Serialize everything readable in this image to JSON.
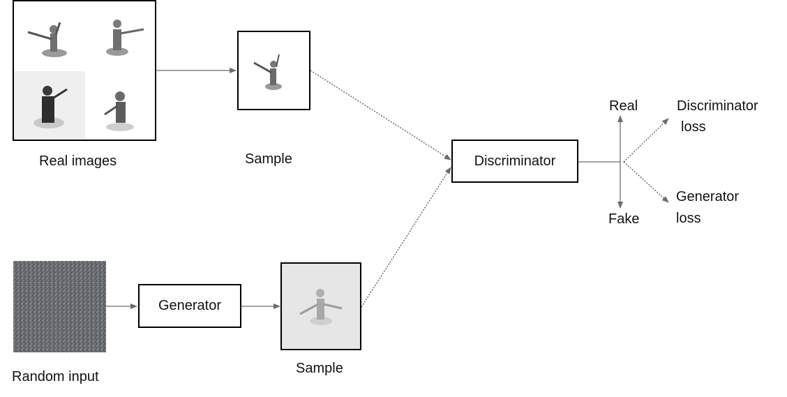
{
  "labels": {
    "real_images": "Real images",
    "sample_top": "Sample",
    "sample_bottom": "Sample",
    "random_input": "Random input",
    "real": "Real",
    "fake": "Fake",
    "discriminator_loss_line1": "Discriminator",
    "discriminator_loss_line2": "loss",
    "generator_loss_line1": "Generator",
    "generator_loss_line2": "loss"
  },
  "boxes": {
    "discriminator": "Discriminator",
    "generator": "Generator"
  },
  "colors": {
    "arrow": "#6b6b75",
    "border": "#000000",
    "noise_base": "#6a6d72"
  }
}
